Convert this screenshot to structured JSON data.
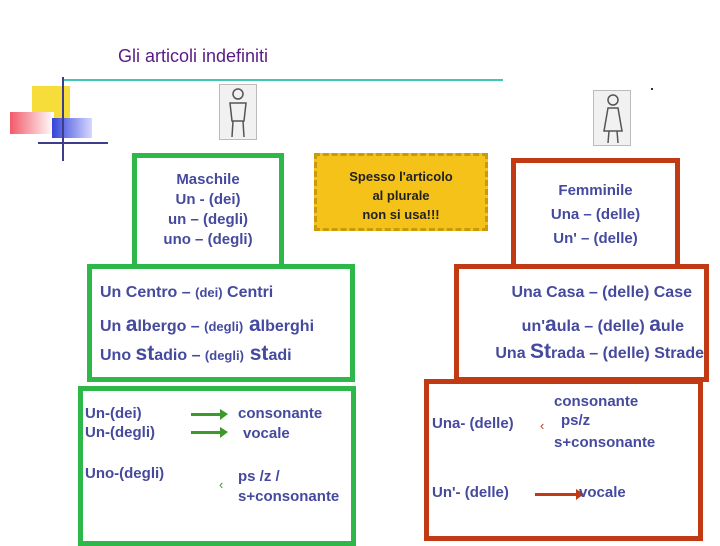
{
  "title": "Gli articoli indefiniti",
  "masculine": {
    "label": "Maschile",
    "lines": [
      "Un - (dei)",
      "un – (degli)",
      "uno – (degli)"
    ]
  },
  "note": {
    "lines": [
      "Spesso l'articolo",
      "al plurale",
      "non si usa!!!"
    ]
  },
  "feminine": {
    "label": "Femminile",
    "lines": [
      "Una – (delle)",
      "Un' – (delle)"
    ]
  },
  "masc_examples": [
    {
      "first": "Un Centro – ",
      "paren": "(dei)",
      "last": " Centri"
    },
    {
      "first": "Un ",
      "big1": "a",
      "mid": "lbergo – ",
      "paren": "(degli)",
      "big2": " a",
      "last": "lberghi"
    },
    {
      "first": "Uno ",
      "big1": "st",
      "mid": "adio – ",
      "paren": "(degli)",
      "big2": " st",
      "last": "adi"
    }
  ],
  "fem_examples": [
    "Una Casa – (delle) Case",
    {
      "first": "un'",
      "big1": "a",
      "mid": "ula – (delle) ",
      "big2": "a",
      "last": "ule"
    },
    {
      "first": "Una ",
      "big1": "St",
      "last": "rada – (delle) Strade"
    }
  ],
  "masc_rules": {
    "r1a": "Un-(dei)",
    "r1b": "Un-(degli)",
    "r1c": "consonante",
    "r1d": "vocale",
    "r2a": "Uno-(degli)",
    "r2b": "ps /z /",
    "r2c": "s+consonante"
  },
  "fem_rules": {
    "r1a": "Una- (delle)",
    "r1b": "consonante",
    "r1c": "ps/z",
    "r1d": "s+consonante",
    "r2a": "Un'- (delle)",
    "r2b": "vocale"
  }
}
